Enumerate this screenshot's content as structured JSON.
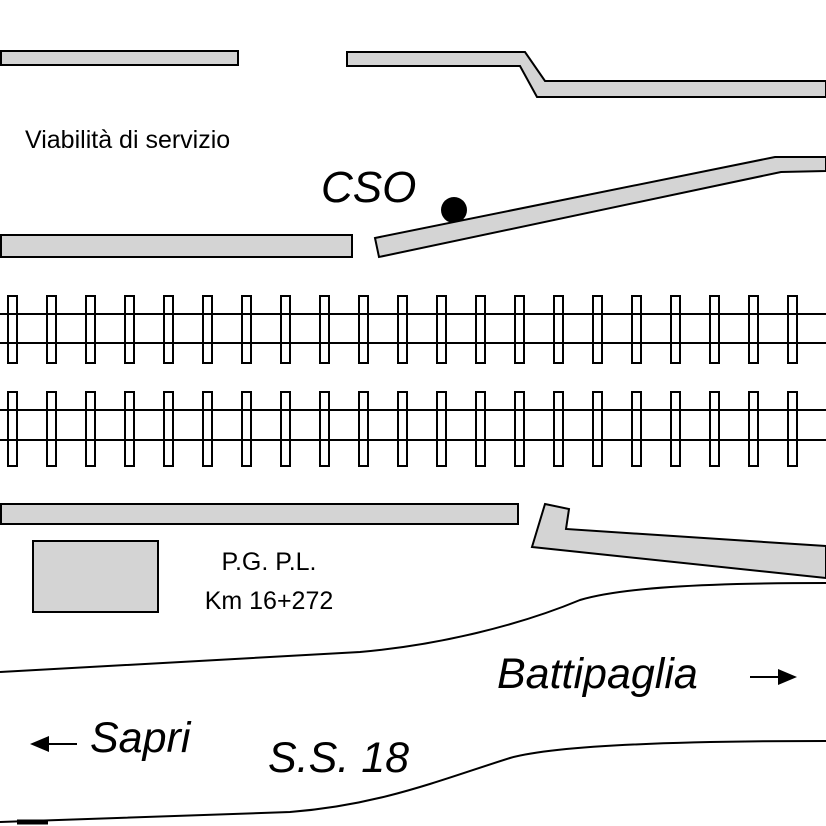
{
  "labels": {
    "service_road": "Viabilità di servizio",
    "cso": "CSO",
    "pg_pl_line1": "P.G. P.L.",
    "pg_pl_line2": "Km 16+272",
    "battipaglia": "Battipaglia",
    "sapri": "Sapri",
    "road": "S.S. 18"
  },
  "colors": {
    "structure_fill": "#d4d4d4",
    "line": "#000000"
  },
  "icons": {
    "left_arrow": "arrow-left-icon",
    "right_arrow": "arrow-right-icon"
  }
}
